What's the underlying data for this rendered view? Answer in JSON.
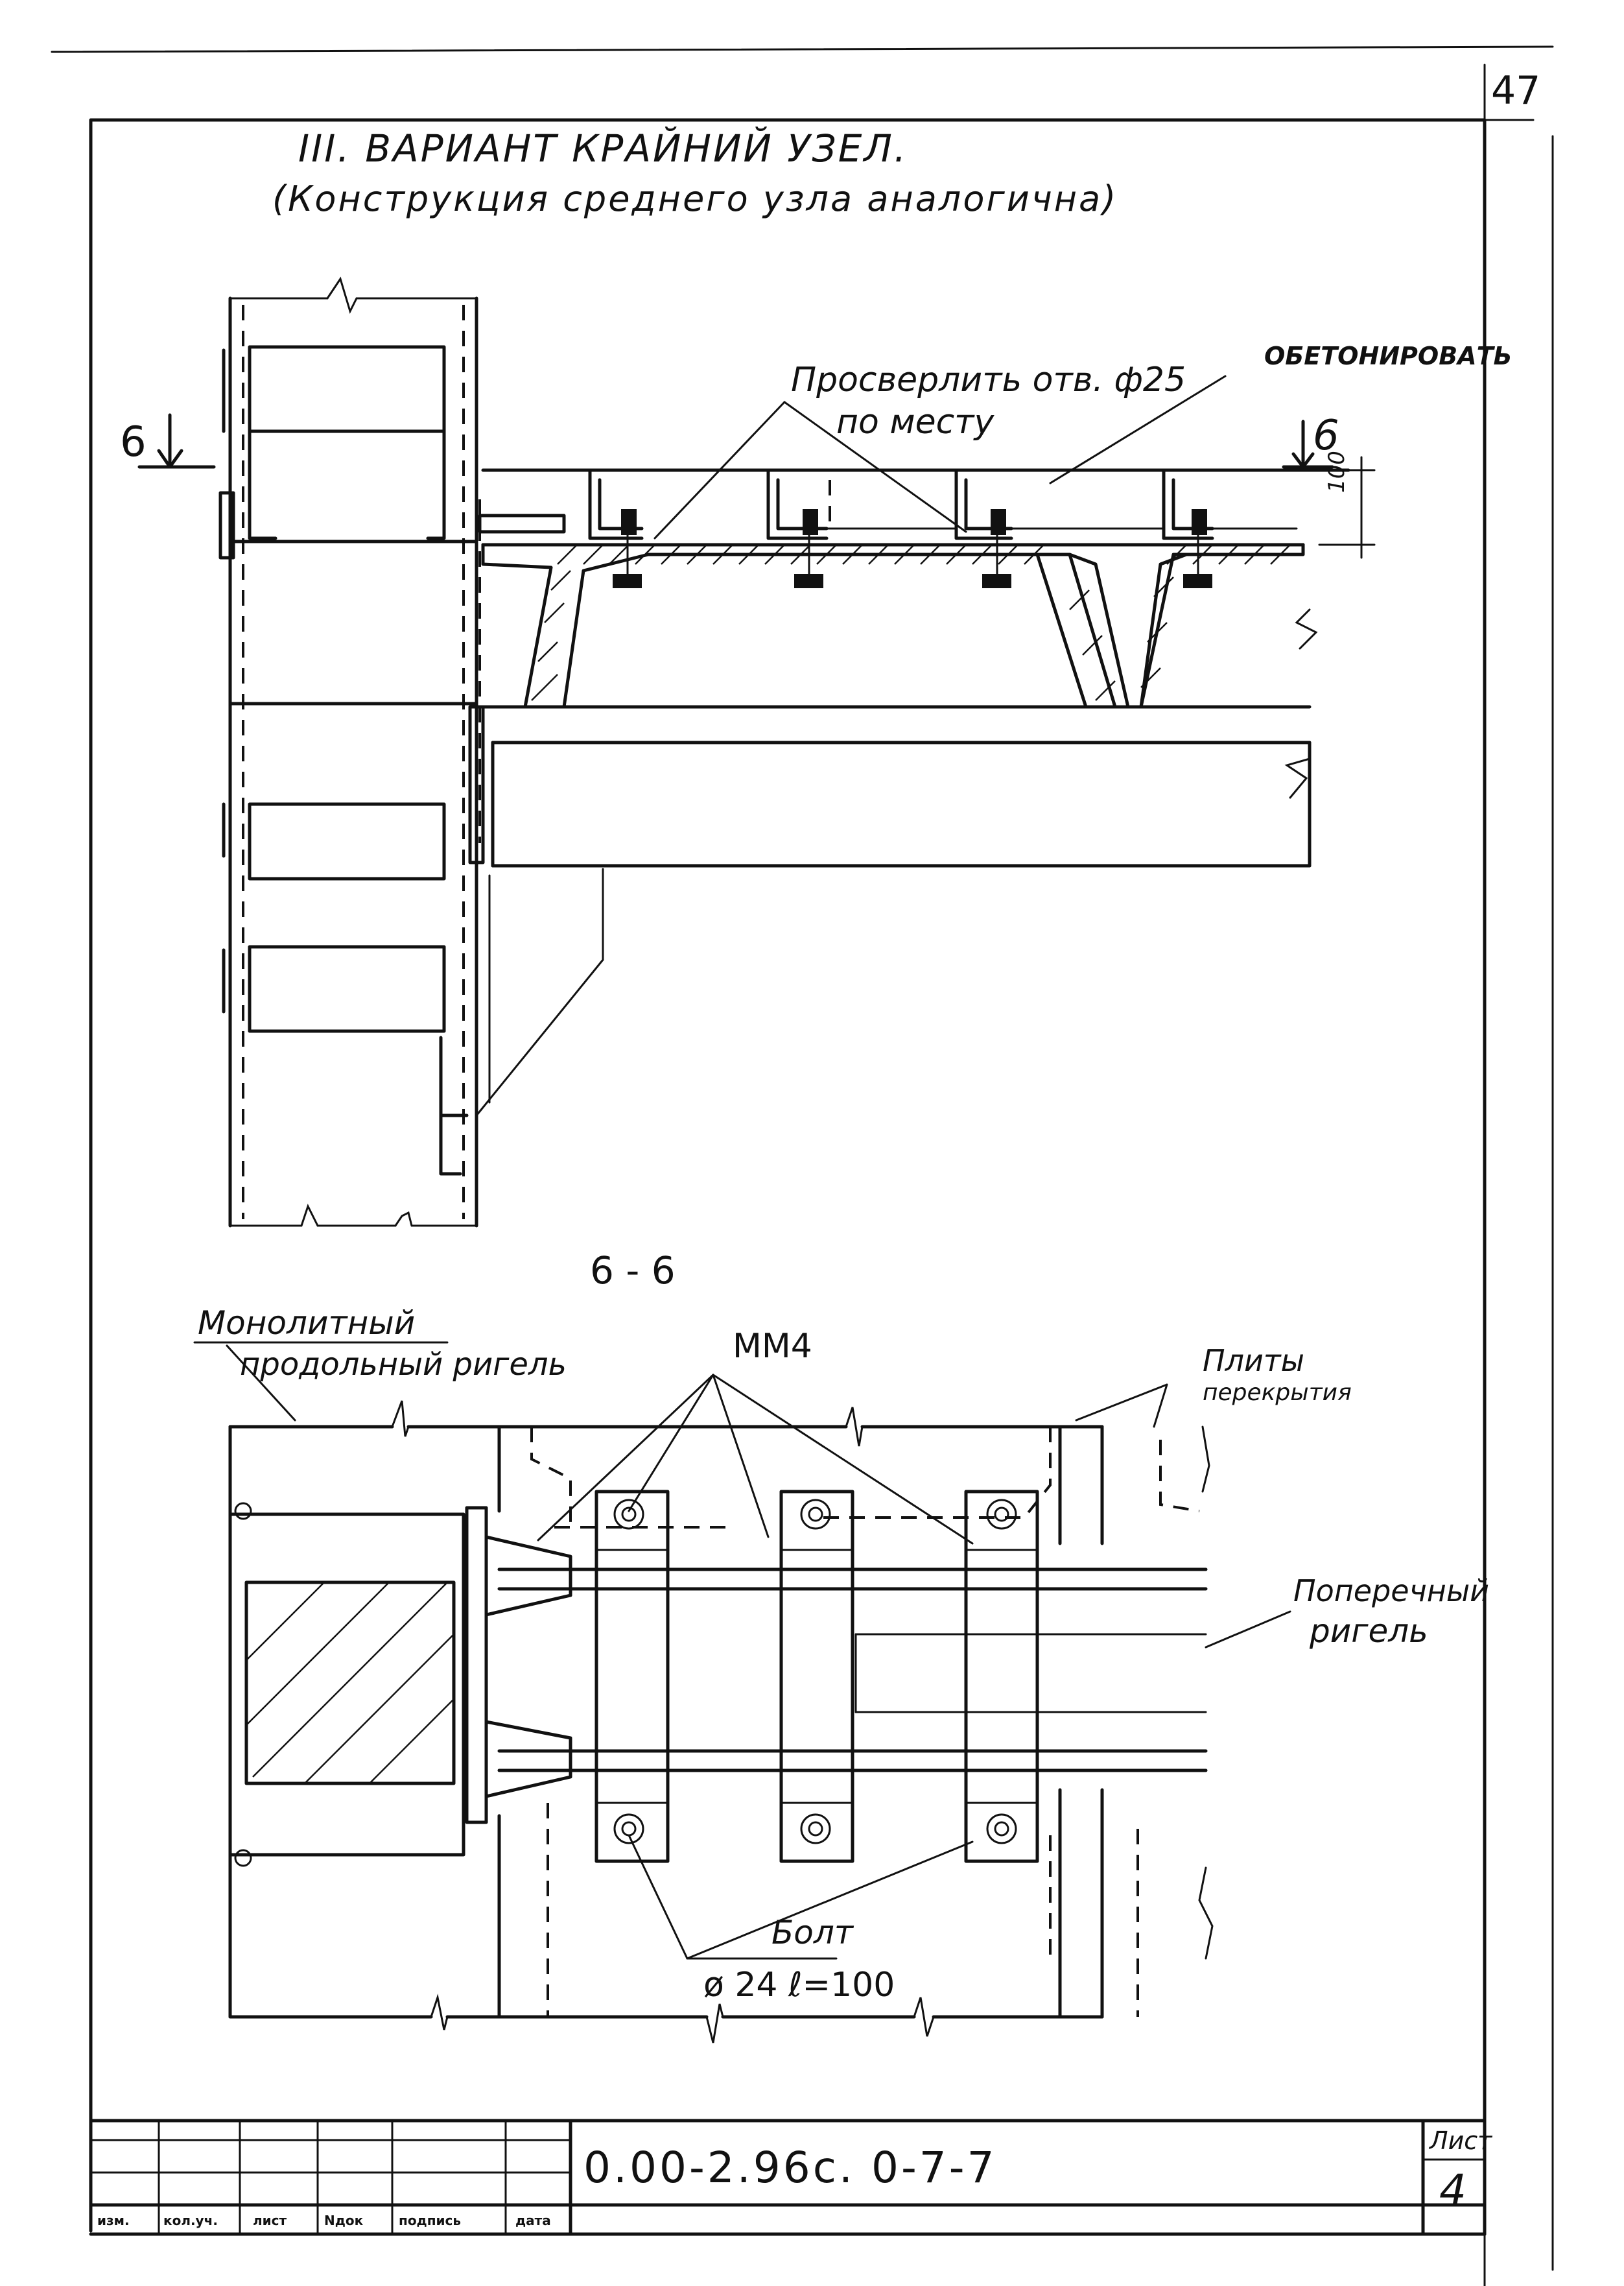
{
  "sheet": {
    "page_number": "47",
    "title_line1": "III. ВАРИАНТ  КРАЙНИЙ УЗЕЛ.",
    "title_line2": "(Конструкция среднего узла аналогична)"
  },
  "elevation_view": {
    "section_mark_left": "6",
    "section_mark_right": "6",
    "note_drill": "Просверлить отв. ф25",
    "note_drill_2": "по месту",
    "note_concrete": "ОБЕТОНИРОВАТЬ",
    "dim_height": "100"
  },
  "section_view": {
    "section_title": "6 - 6",
    "label_longitudinal_1": "Монолитный",
    "label_longitudinal_2": "продольный ригель",
    "label_mm4": "ММ4",
    "label_slabs_1": "Плиты",
    "label_slabs_2": "перекрытия",
    "label_transverse_1": "Поперечный",
    "label_transverse_2": "ригель",
    "label_bolt_1": "Болт",
    "label_bolt_2": "ø 24  ℓ=100"
  },
  "title_block": {
    "document_code": "0.00-2.96с. 0-7-7",
    "sheet_label": "Лист",
    "sheet_number": "4",
    "columns": [
      "изм.",
      "кол.уч.",
      "лист",
      "Nдок",
      "подпись",
      "дата"
    ]
  }
}
